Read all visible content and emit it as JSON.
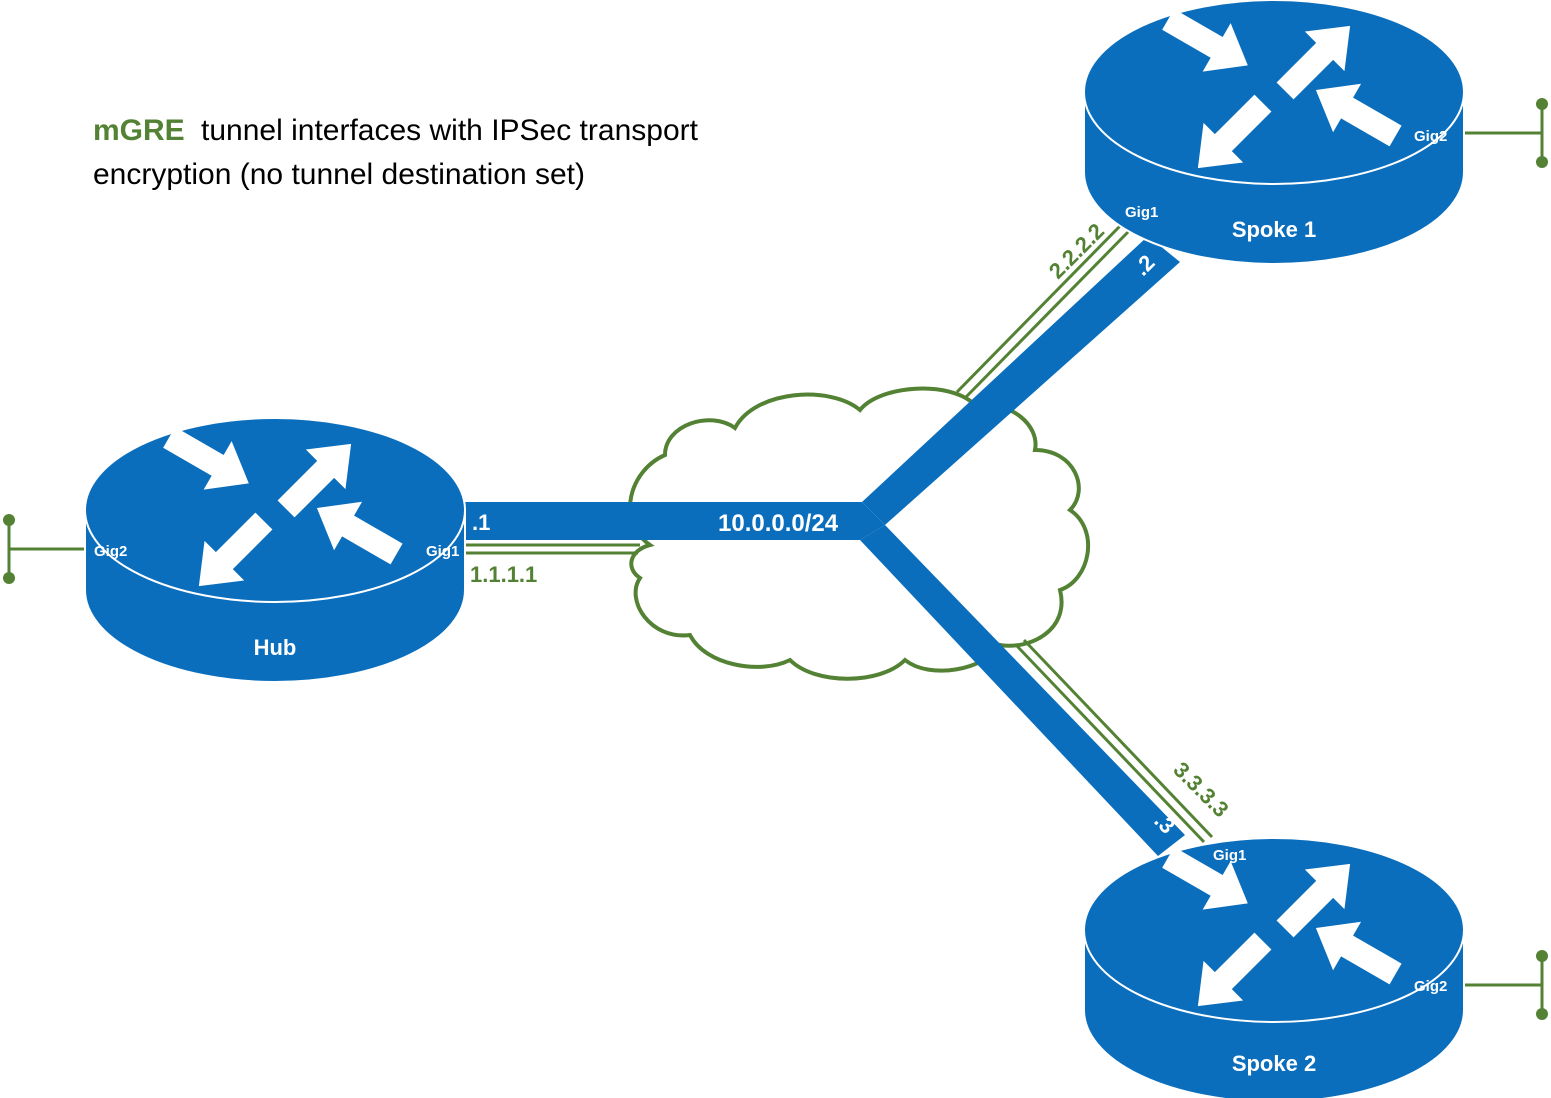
{
  "caption": {
    "accent": "mGRE",
    "line1_rest": "tunnel interfaces with IPSec transport",
    "line2": "encryption (no tunnel destination set)"
  },
  "network": {
    "subnet": "10.0.0.0/24"
  },
  "routers": [
    {
      "key": "hub",
      "name": "Hub",
      "iface_left": "Gig2",
      "iface_right": "Gig1",
      "host_octet": ".1",
      "tunnel_ip": "1.1.1.1"
    },
    {
      "key": "spoke1",
      "name": "Spoke 1",
      "iface_left": "Gig1",
      "iface_right": "Gig2",
      "host_octet": ".2",
      "tunnel_ip": "2.2.2.2"
    },
    {
      "key": "spoke2",
      "name": "Spoke 2",
      "iface_left": "Gig1",
      "iface_right": "Gig2",
      "host_octet": ".3",
      "tunnel_ip": "3.3.3.3"
    }
  ],
  "colors": {
    "router_blue": "#0a6ebd",
    "router_edge": "#ffffff",
    "link_blue": "#0a6ebd",
    "tunnel_green": "#548235",
    "text_black": "#000000"
  },
  "icons": {
    "router": "router-icon",
    "cloud": "cloud-icon",
    "lan_stub": "lan-stub-icon"
  }
}
